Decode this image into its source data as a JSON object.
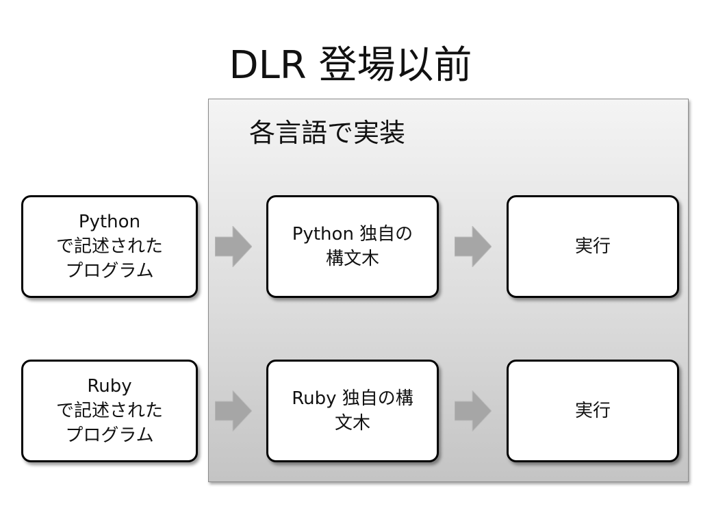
{
  "title": "DLR 登場以前",
  "panel": {
    "title": "各言語で実装"
  },
  "rows": [
    {
      "source": "Python\nで記述された\nプログラム",
      "ast": "Python 独自の\n構文木",
      "exec": "実行"
    },
    {
      "source": "Ruby\nで記述された\nプログラム",
      "ast": "Ruby 独自の構\n文木",
      "exec": "実行"
    }
  ],
  "colors": {
    "arrow_fill": "#a6a6a6",
    "box_border": "#000000",
    "panel_top": "#f4f4f4",
    "panel_bottom": "#c4c4c4"
  }
}
